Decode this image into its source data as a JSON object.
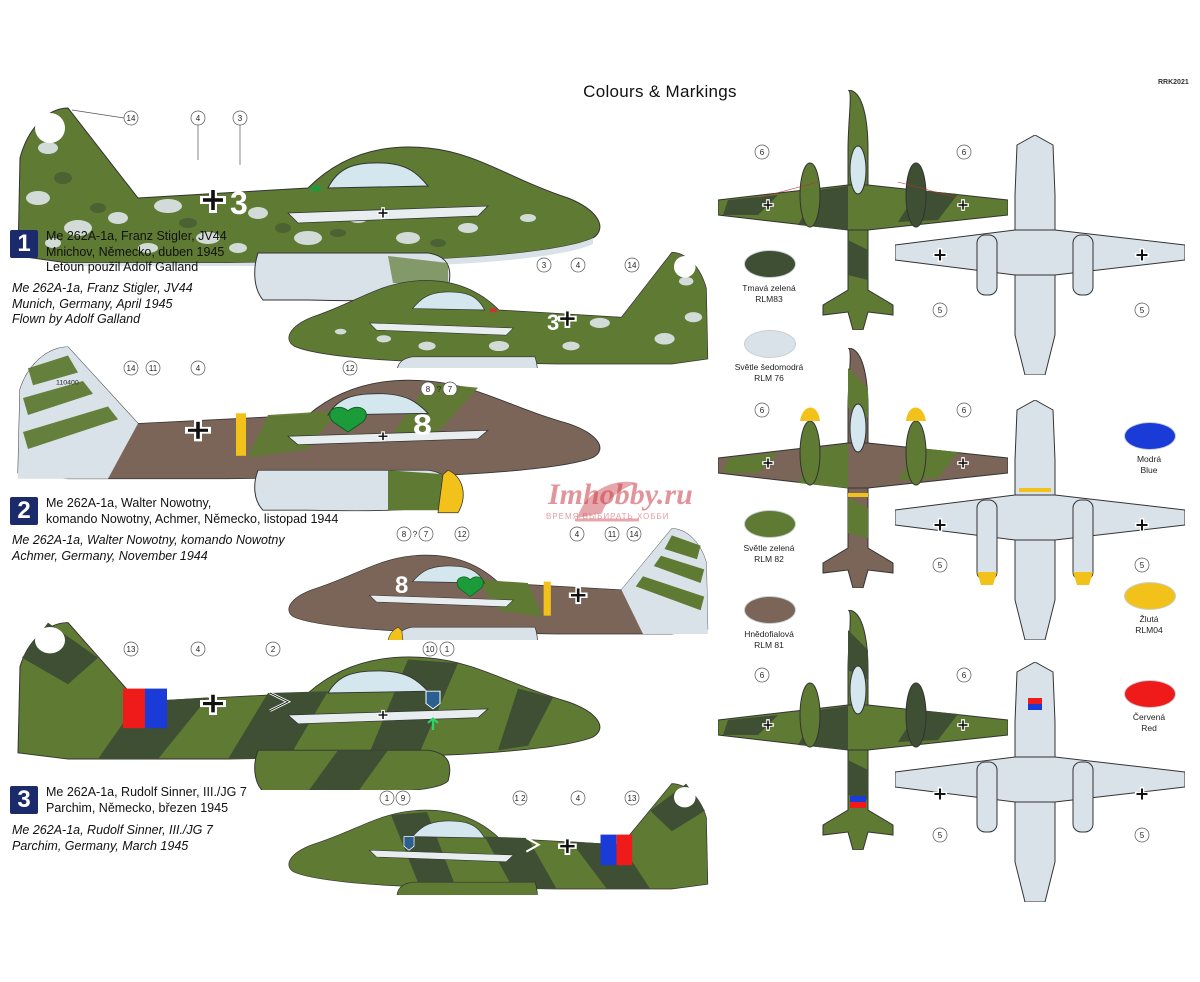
{
  "header": {
    "title": "Colours & Markings",
    "code": "RRK2021"
  },
  "watermark": {
    "name": "Imhobby.ru",
    "tagline": "ВРЕМЯ ВЫБИРАТЬ ХОББИ"
  },
  "options": [
    {
      "number": "1",
      "cz_lines": [
        "Me 262A-1a, Franz Stigler, JV44",
        "Mnichov, Německo, duben 1945",
        "Letoun použil Adolf Galland"
      ],
      "en_lines": [
        "Me 262A-1a, Franz Stigler, JV44",
        "Munich, Germany, April 1945",
        "Flown by Adolf Galland"
      ]
    },
    {
      "number": "2",
      "cz_lines": [
        "Me 262A-1a, Walter Nowotny,",
        "komando Nowotny, Achmer, Německo, listopad 1944"
      ],
      "en_lines": [
        "Me 262A-1a, Walter Nowotny, komando Nowotny",
        "Achmer, Germany, November 1944"
      ]
    },
    {
      "number": "3",
      "cz_lines": [
        "Me 262A-1a, Rudolf Sinner, III./JG 7",
        "Parchim, Německo, březen 1945"
      ],
      "en_lines": [
        "Me 262A-1a, Rudolf Sinner, III./JG 7",
        "Parchim, Germany, March 1945"
      ]
    }
  ],
  "callouts": {
    "a1_top": [
      "14",
      "4",
      "3"
    ],
    "a1_bot": [
      "3",
      "4",
      "14"
    ],
    "a2_top": [
      "14",
      "11",
      "4",
      "12",
      "8",
      "?",
      "7"
    ],
    "a2_bot": [
      "8",
      "?",
      "7",
      "12",
      "4",
      "11",
      "14"
    ],
    "a3_top": [
      "13",
      "4",
      "2",
      "10",
      "1"
    ],
    "a3_bot": [
      "1",
      "9",
      "1 2",
      "4",
      "13"
    ],
    "plan": [
      "6",
      "6",
      "5",
      "5"
    ]
  },
  "fuselage_codes": {
    "a1": "3",
    "a2": "8",
    "a2_tail": "110400"
  },
  "colors": [
    {
      "cz": "Tmavá zelená",
      "en": "RLM83",
      "hex": "#3e4f34"
    },
    {
      "cz": "Světle šedomodrá",
      "en": "RLM 76",
      "hex": "#d8e2e8"
    },
    {
      "cz": "Světle zelená",
      "en": "RLM 82",
      "hex": "#5f7a33"
    },
    {
      "cz": "Hnědofialová",
      "en": "RLM 81",
      "hex": "#7b6558"
    },
    {
      "cz": "Modrá",
      "en": "Blue",
      "hex": "#1a3bd8"
    },
    {
      "cz": "Žlutá",
      "en": "RLM04",
      "hex": "#f2c21a"
    },
    {
      "cz": "Červená",
      "en": "Red",
      "hex": "#ef1a1a"
    }
  ]
}
